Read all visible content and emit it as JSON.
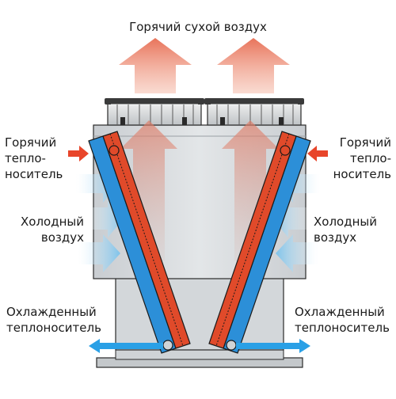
{
  "diagram": {
    "title": "Горячий сухой воздух",
    "hot_coolant_left": [
      "Горячий",
      "тепло-",
      "носитель"
    ],
    "hot_coolant_right": [
      "Горячий",
      "тепло-",
      "носитель"
    ],
    "cold_air_left": [
      "Холодный",
      "воздух"
    ],
    "cold_air_right": [
      "Холодный",
      "воздух"
    ],
    "cooled_coolant_left": [
      "Охлажденный",
      "теплоноситель"
    ],
    "cooled_coolant_right": [
      "Охлажденный",
      "теплоноситель"
    ]
  },
  "colors": {
    "hot_air": "#e8735a",
    "hot_coolant_arrow": "#e8452a",
    "coil_red": "#e04a2a",
    "coil_blue": "#2c8fd8",
    "cold_air": "#8fcdf0",
    "cooled_coolant_arrow": "#2aa0e6",
    "housing": "#d9dcdf",
    "housing_dark": "#b9bdc1",
    "outline": "#2a2a2a"
  }
}
